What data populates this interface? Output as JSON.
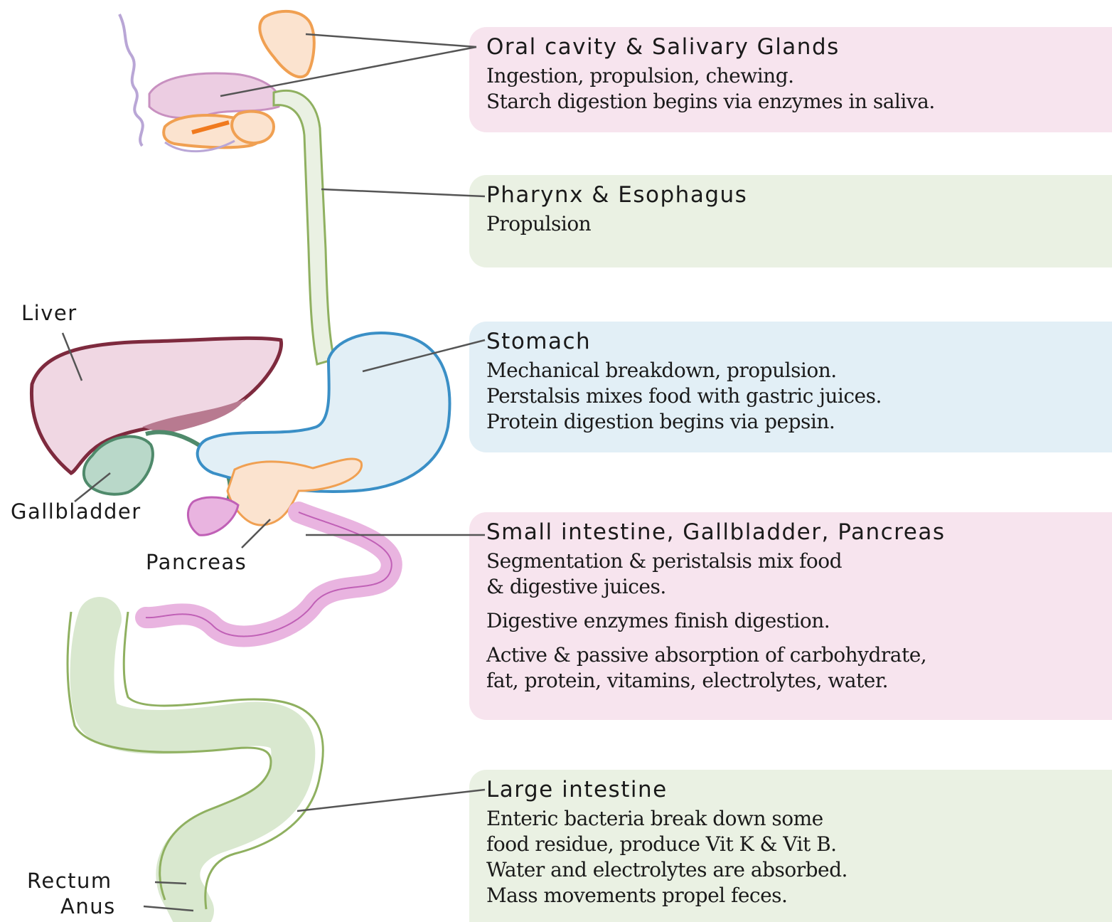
{
  "colors": {
    "pink_box": "#f7e4ee",
    "green_box": "#eaf1e3",
    "blue_box": "#e2eff6",
    "connector": "#555555"
  },
  "organ_labels": {
    "liver": "Liver",
    "gallbladder": "Gallbladder",
    "pancreas": "Pancreas",
    "rectum": "Rectum",
    "anus": "Anus"
  },
  "boxes": [
    {
      "title": "Oral cavity & Salivary Glands",
      "lines": [
        "Ingestion, propulsion, chewing.",
        "Starch digestion begins via enzymes in saliva."
      ]
    },
    {
      "title": "Pharynx & Esophagus",
      "lines": [
        "Propulsion"
      ]
    },
    {
      "title": "Stomach",
      "lines": [
        "Mechanical breakdown, propulsion.",
        "Perstalsis mixes food with gastric juices.",
        "Protein digestion begins via pepsin."
      ]
    },
    {
      "title": "Small intestine, Gallbladder, Pancreas",
      "lines": [
        "Segmentation & peristalsis mix food",
        "& digestive juices.",
        "Digestive enzymes finish digestion.",
        "Active & passive absorption of carbohydrate,",
        "fat, protein, vitamins, electrolytes, water."
      ]
    },
    {
      "title": "Large intestine",
      "lines": [
        "Enteric bacteria break down some",
        "food residue, produce Vit K & Vit B.",
        "Water and electrolytes are absorbed.",
        "Mass movements propel feces."
      ]
    }
  ]
}
